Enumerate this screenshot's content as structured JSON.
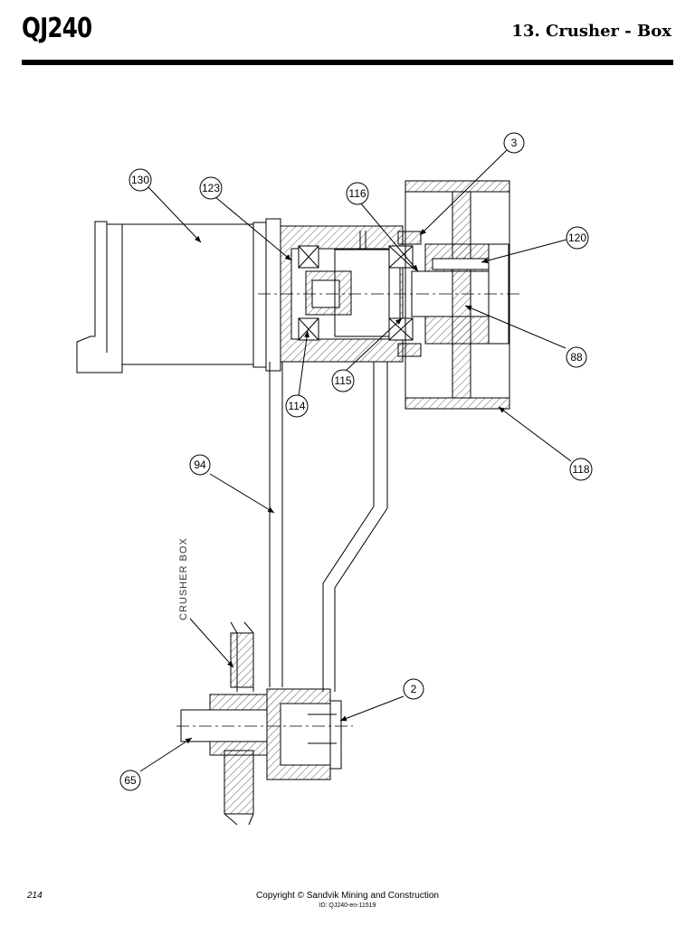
{
  "header": {
    "brand": "QJ240",
    "section_title": "13. Crusher - Box"
  },
  "drawing": {
    "side_label": "CRUSHER BOX",
    "callouts": [
      "3",
      "130",
      "123",
      "116",
      "120",
      "88",
      "115",
      "114",
      "94",
      "118",
      "2",
      "65"
    ]
  },
  "footer": {
    "page_number": "214",
    "copyright": "Copyright © Sandvik Mining and Construction",
    "doc_id": "ID: QJ240-en-11519"
  }
}
